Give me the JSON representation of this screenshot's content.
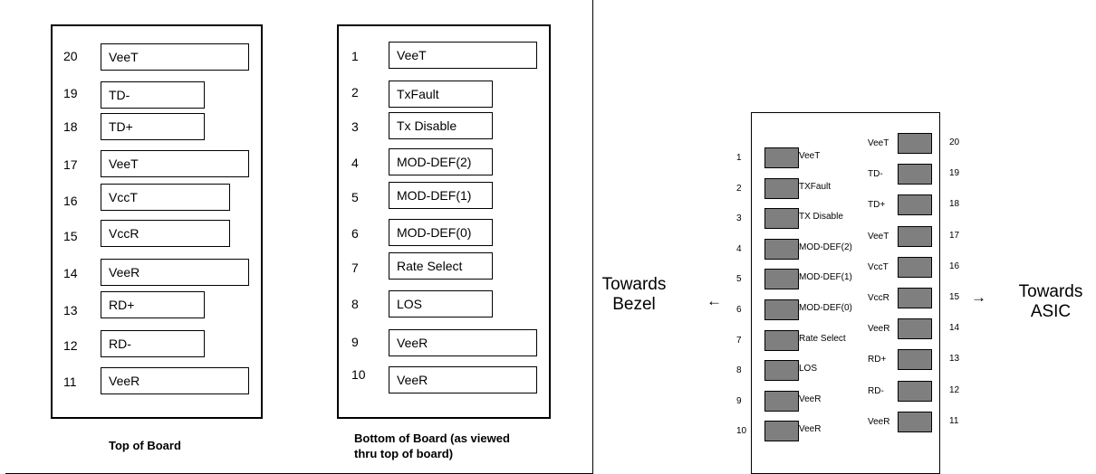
{
  "top_board": {
    "caption": "Top of Board",
    "pins": [
      {
        "num": "20",
        "label": "VeeT"
      },
      {
        "num": "19",
        "label": "TD-"
      },
      {
        "num": "18",
        "label": "TD+"
      },
      {
        "num": "17",
        "label": "VeeT"
      },
      {
        "num": "16",
        "label": "VccT"
      },
      {
        "num": "15",
        "label": "VccR"
      },
      {
        "num": "14",
        "label": "VeeR"
      },
      {
        "num": "13",
        "label": "RD+"
      },
      {
        "num": "12",
        "label": "RD-"
      },
      {
        "num": "11",
        "label": "VeeR"
      }
    ]
  },
  "bottom_board": {
    "caption_line1": "Bottom of Board (as viewed",
    "caption_line2": "thru top of board)",
    "pins": [
      {
        "num": "1",
        "label": "VeeT"
      },
      {
        "num": "2",
        "label": "TxFault"
      },
      {
        "num": "3",
        "label": "Tx Disable"
      },
      {
        "num": "4",
        "label": "MOD-DEF(2)"
      },
      {
        "num": "5",
        "label": "MOD-DEF(1)"
      },
      {
        "num": "6",
        "label": "MOD-DEF(0)"
      },
      {
        "num": "7",
        "label": "Rate Select"
      },
      {
        "num": "8",
        "label": "LOS"
      },
      {
        "num": "9",
        "label": "VeeR"
      },
      {
        "num": "10",
        "label": "VeeR"
      }
    ]
  },
  "module": {
    "left_pins": [
      {
        "num": "1",
        "label": "VeeT"
      },
      {
        "num": "2",
        "label": "TXFault"
      },
      {
        "num": "3",
        "label": "TX Disable"
      },
      {
        "num": "4",
        "label": "MOD-DEF(2)"
      },
      {
        "num": "5",
        "label": "MOD-DEF(1)"
      },
      {
        "num": "6",
        "label": "MOD-DEF(0)"
      },
      {
        "num": "7",
        "label": "Rate Select"
      },
      {
        "num": "8",
        "label": "LOS"
      },
      {
        "num": "9",
        "label": "VeeR"
      },
      {
        "num": "10",
        "label": "VeeR"
      }
    ],
    "right_pins": [
      {
        "num": "20",
        "label": "VeeT"
      },
      {
        "num": "19",
        "label": "TD-"
      },
      {
        "num": "18",
        "label": "TD+"
      },
      {
        "num": "17",
        "label": "VeeT"
      },
      {
        "num": "16",
        "label": "VccT"
      },
      {
        "num": "15",
        "label": "VccR"
      },
      {
        "num": "14",
        "label": "VeeR"
      },
      {
        "num": "13",
        "label": "RD+"
      },
      {
        "num": "12",
        "label": "RD-"
      },
      {
        "num": "11",
        "label": "VeeR"
      }
    ]
  },
  "left_direction": {
    "line1": "Towards",
    "line2": "Bezel",
    "arrow": "←"
  },
  "right_direction": {
    "line1": "Towards",
    "line2": "ASIC",
    "arrow": "→"
  },
  "pad_color": "#7f7f7f"
}
